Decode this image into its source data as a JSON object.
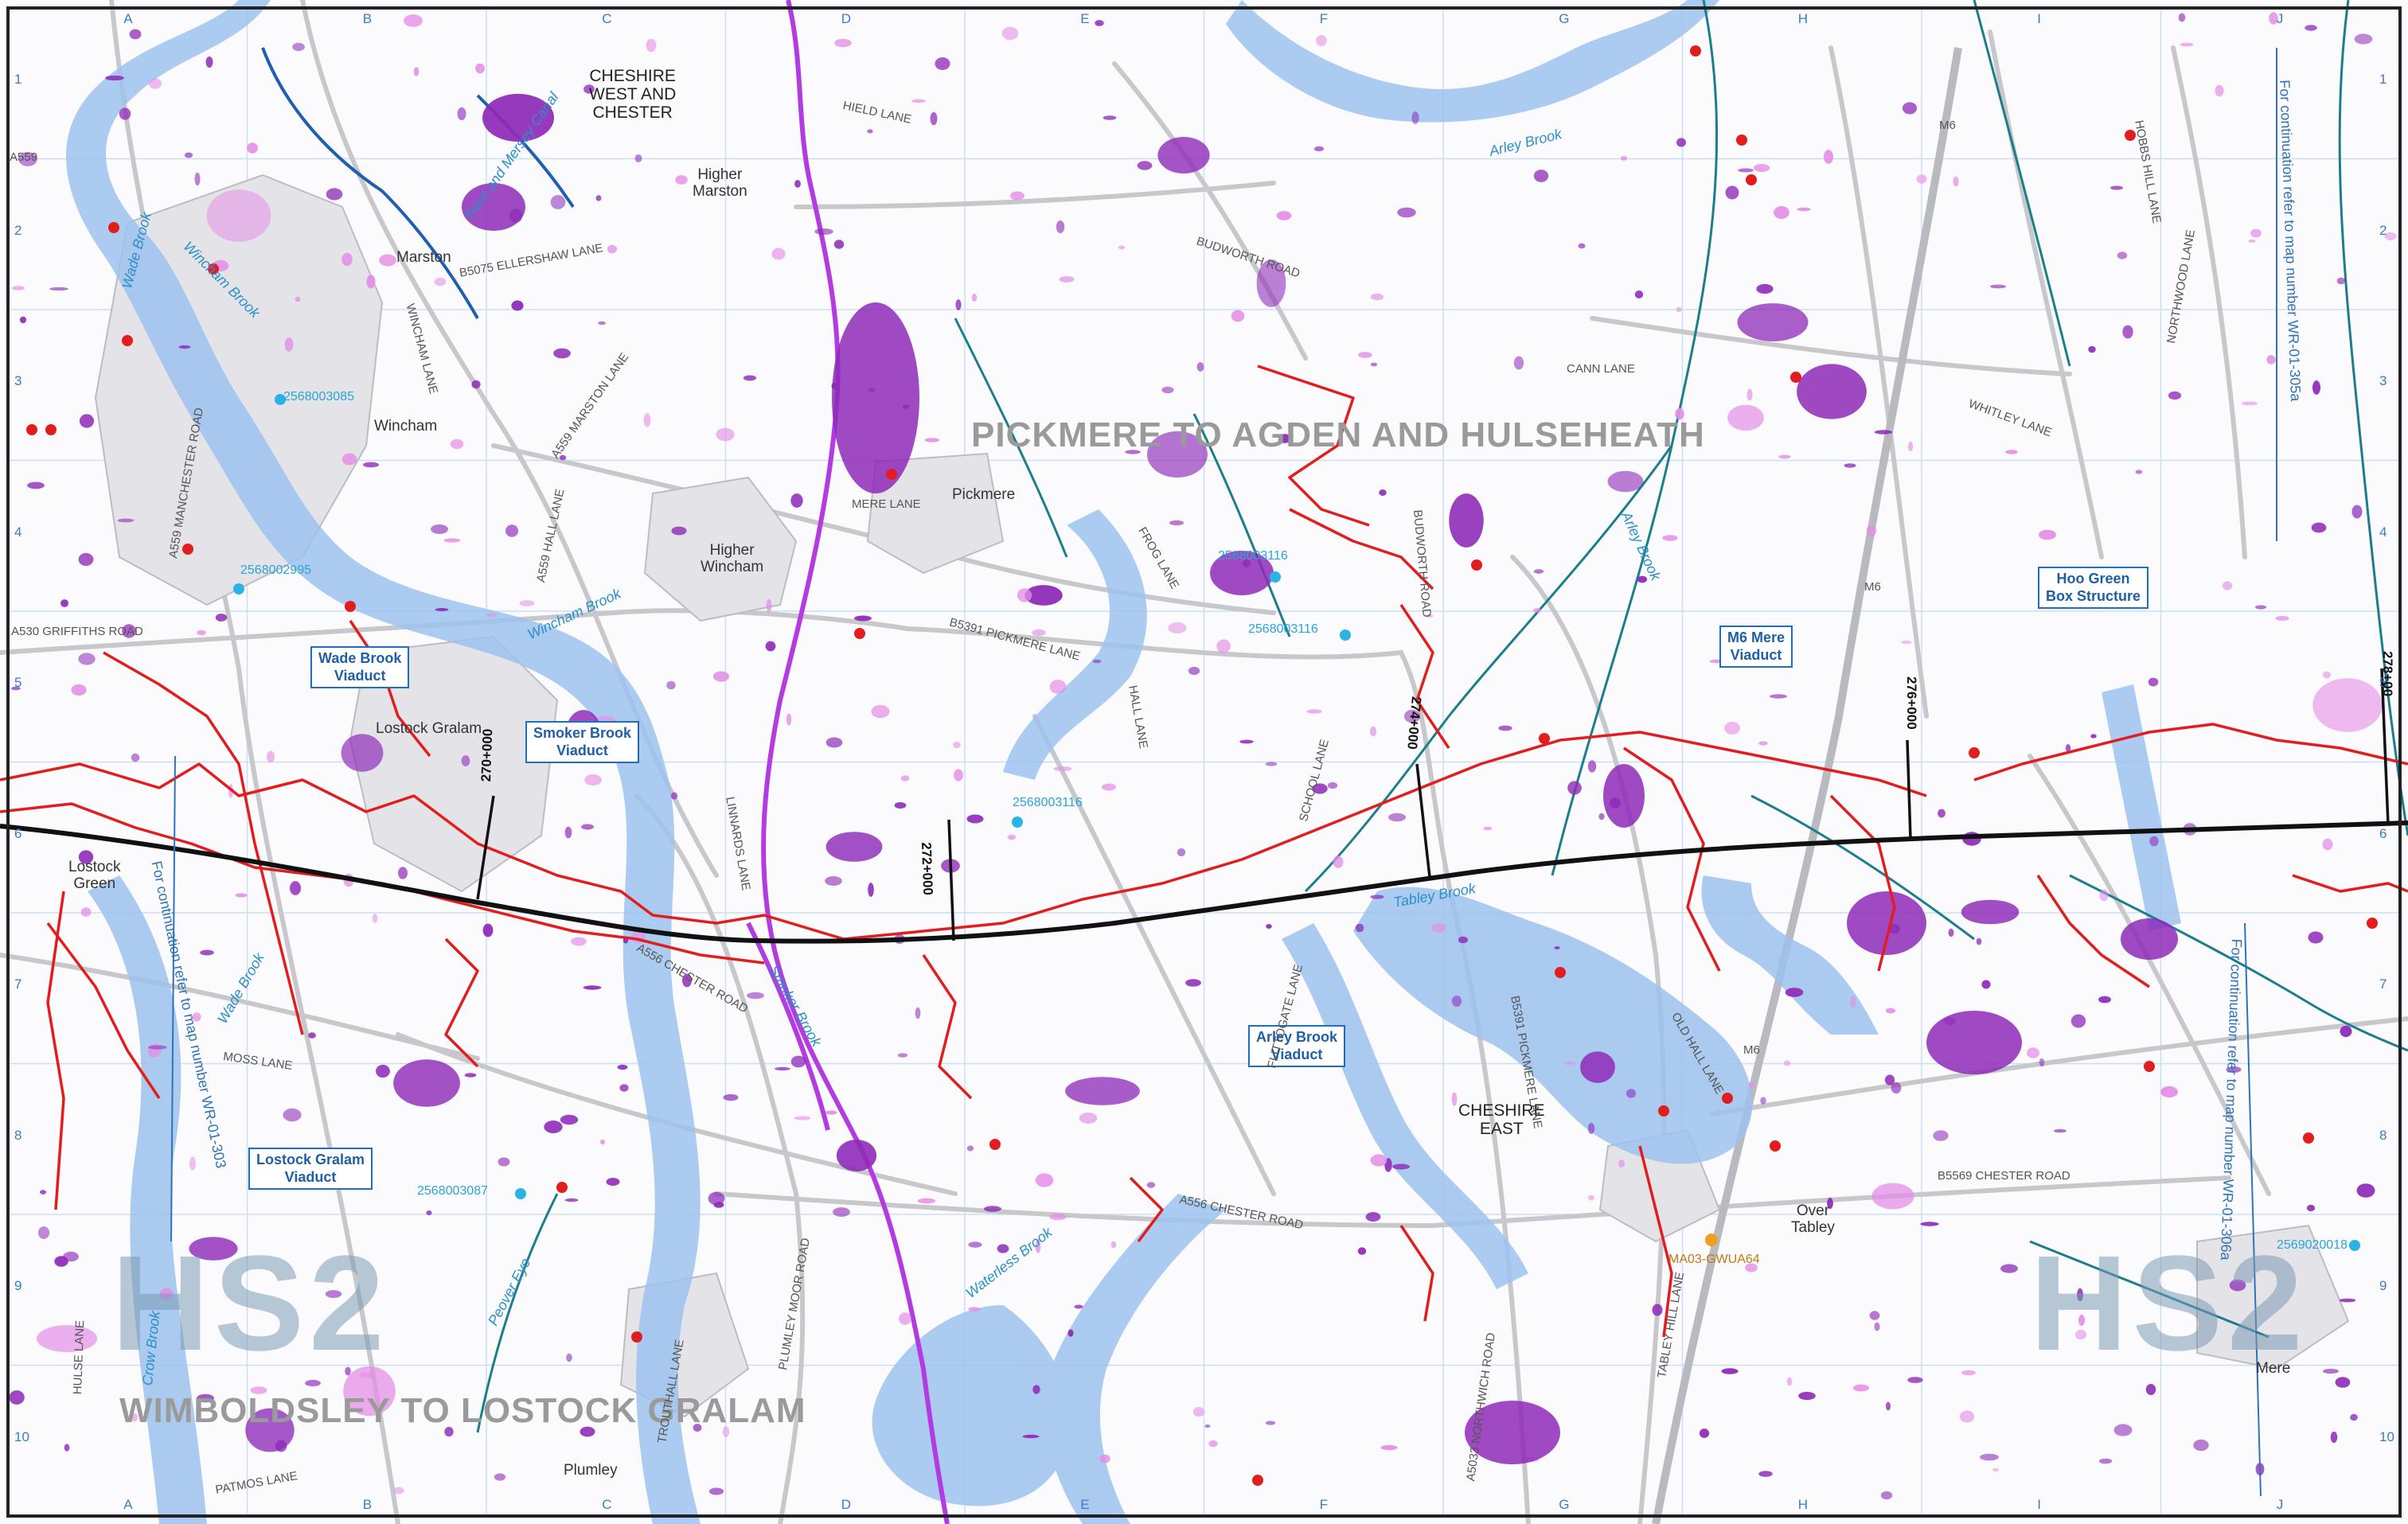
{
  "map": {
    "route_titles": {
      "north": "PICKMERE  TO AGDEN AND HULSEHEATH",
      "south": "WIMBOLDSLEY TO LOSTOCK GRALAM"
    },
    "logo_text": "HS2",
    "admin_areas": {
      "west": "CHESHIRE\nWEST AND\nCHESTER",
      "east": "CHESHIRE\nEAST"
    },
    "places": {
      "marston": "Marston",
      "higher_marston": "Higher\nMarston",
      "wincham": "Wincham",
      "higher_wincham": "Higher\nWincham",
      "pickmere": "Pickmere",
      "lostock_gralam": "Lostock Gralam",
      "lostock_green": "Lostock\nGreen",
      "over_tabley": "Over\nTabley",
      "plumley": "Plumley",
      "mere": "Mere"
    },
    "structures": {
      "wade_brook": "Wade Brook\nViaduct",
      "smoker_brook": "Smoker Brook\nViaduct",
      "lostock_gralam": "Lostock Gralam\nViaduct",
      "arley_brook": "Arley Brook\nViaduct",
      "m6_mere": "M6 Mere\nViaduct",
      "hoo_green": "Hoo Green\nBox Structure"
    },
    "chainages": {
      "c270": "270+000",
      "c272": "272+000",
      "c274": "274+000",
      "c276": "276+000",
      "c278": "278+00"
    },
    "roads": {
      "hield_lane": "HIELD LANE",
      "budworth_road": "BUDWORTH ROAD",
      "budworth_road_2": "BUDWORTH ROAD",
      "cann_lane": "CANN LANE",
      "whitley_lane": "WHITLEY LANE",
      "hobbs_hill_lane": "HOBBS HILL LANE",
      "northwood_lane": "NORTHWOOD LANE",
      "ellershaw_lane": "B5075 ELLERSHAW LANE",
      "manchester_road": "A559 MANCHESTER ROAD",
      "wincham_lane": "WINCHAM LANE",
      "marston_lane": "A559 MARSTON LANE",
      "hall_lane": "A559 HALL LANE",
      "mere_lane": "MERE LANE",
      "frog_lane": "FROG LANE",
      "griffiths_road": "A530 GRIFFITHS ROAD",
      "pickmere_lane": "B5391 PICKMERE LANE",
      "hall_lane_2": "HALL LANE",
      "school_lane": "SCHOOL LANE",
      "linnards_lane": "LINNARDS LANE",
      "chester_road": "A556 CHESTER ROAD",
      "moss_lane": "MOSS LANE",
      "flittogate_lane": "FLITTOGATE LANE",
      "pickmere_lane_2": "B5391 PICKMERE LANE",
      "old_hall_lane": "OLD HALL LANE",
      "chester_road_2": "B5569 CHESTER ROAD",
      "chester_road_3": "A556 CHESTER ROAD",
      "tabley_hill_lane": "TABLEY HILL LANE",
      "northwich_road": "A5033 NORTHWICH ROAD",
      "plumley_moor_road": "PLUMLEY MOOR ROAD",
      "trouthall_lane": "TROUTHALL LANE",
      "hulse_lane": "HULSE LANE",
      "patmos_lane": "PATMOS LANE",
      "m6_north": "M6",
      "m6_south": "M6",
      "m6_sw": "M6",
      "a559_west": "A559"
    },
    "watercourses": {
      "wade_brook": "Wade Brook",
      "wincham_brook": "Wincham Brook",
      "wincham_brook_2": "Wincham Brook",
      "trent_mersey": "Trent and Mersey Canal",
      "arley_brook_n": "Arley Brook",
      "arley_brook_mid": "Arley Brook",
      "tabley_brook": "Tabley Brook",
      "smoker_brook": "Smoker Brook",
      "wade_brook_2": "Wade Brook",
      "waterless_brook": "Waterless Brook",
      "peover_eye": "Peover Eye",
      "crow_brook": "Crow Brook"
    },
    "wells": {
      "w1": "2568003085",
      "w2": "2568002995",
      "w3": "2568003116",
      "w4": "2568003116",
      "w5": "2568003116",
      "w6": "2568003087",
      "w7": "2569020018",
      "gw": "MA03-GWUA64"
    },
    "continuation": {
      "left": "For continuation refer to map number WR-01-303",
      "right_top": "For continuation refer to map number WR-01-305a",
      "right_bottom": "For continuation refer to map number WR-01-306a"
    },
    "grid_columns": [
      "A",
      "B",
      "C",
      "D",
      "E",
      "F",
      "G",
      "H",
      "I",
      "J"
    ],
    "grid_rows": [
      "1",
      "2",
      "3",
      "4",
      "5",
      "6",
      "7",
      "8",
      "9",
      "10"
    ],
    "colors": {
      "flood_blue": "#9ec2ee",
      "surface_purple": "#8e2ab8",
      "surface_magenta": "#e48ee6",
      "rail_route": "#111111",
      "works_boundary": "#e21d1d",
      "canal": "#1f5fb0",
      "watercourse": "#1c7e8c"
    }
  }
}
